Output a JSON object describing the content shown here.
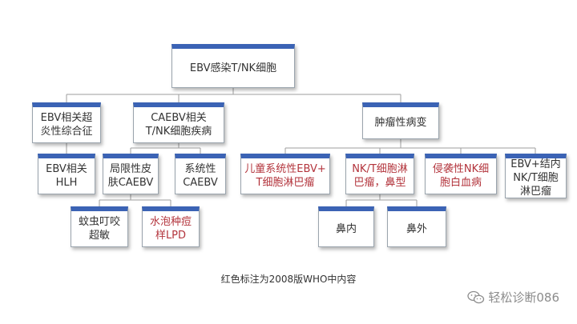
{
  "diagram": {
    "root": "EBV感染T/NK细胞",
    "ebv_hlh_super": "EBV相关超\n炎性综合征",
    "caebv": "CAEBV相关\nT/NK细胞疾病",
    "tumor": "肿瘤性病变",
    "ebv_hlh": "EBV相关\nHLH",
    "local_caebv": "局限性皮\n肤CAEBV",
    "systemic_caebv": "系统性\nCAEBV",
    "child_systemic": "儿童系统性EBV+\nT细胞淋巴瘤",
    "nkt_nasal": "NK/T细胞淋\n巴瘤，鼻型",
    "aggressive_nk": "侵袭性NK细\n胞白血病",
    "ebv_nodal": "EBV+结内\nNK/T细胞\n淋巴瘤",
    "mosquito": "蚊虫叮咬\n超敏",
    "hydroa": "水泡种痘\n样LPD",
    "nasal_in": "鼻内",
    "nasal_out": "鼻外"
  },
  "caption": "红色标注为2008版WHO中内容",
  "watermark": "轻松诊断086",
  "colors": {
    "accent": "#3b63b5",
    "highlight": "#b3343c",
    "text": "#333333",
    "line": "#9e9e9e"
  }
}
